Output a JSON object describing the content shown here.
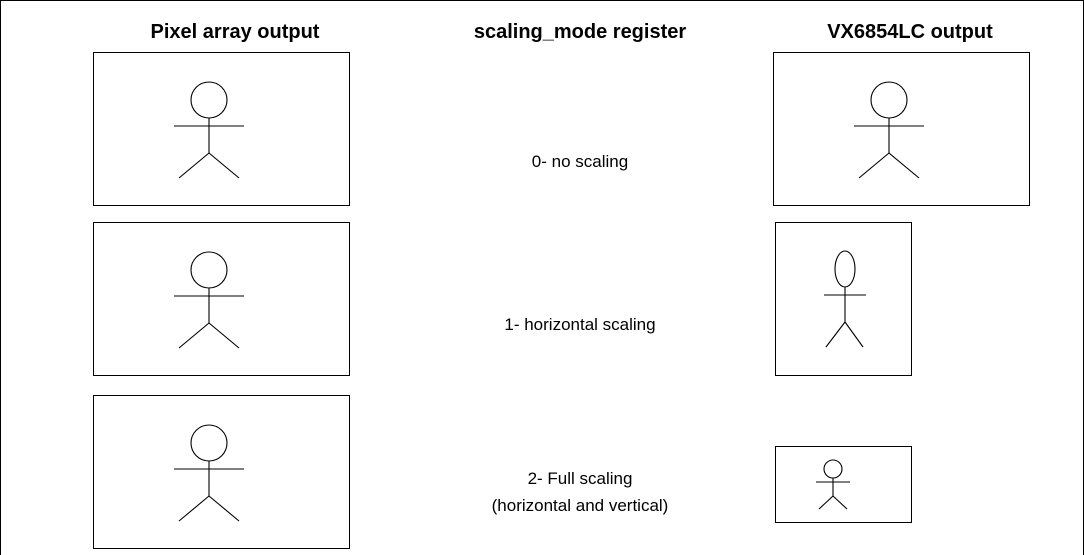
{
  "headers": {
    "pixel_array": "Pixel array output",
    "register": "scaling_mode register",
    "output": "VX6854LC output"
  },
  "modes": [
    {
      "label": "0- no scaling",
      "label_line2": ""
    },
    {
      "label": "1- horizontal scaling",
      "label_line2": ""
    },
    {
      "label": "2- Full scaling",
      "label_line2": "(horizontal and vertical)"
    }
  ],
  "icons": {
    "figure": "stick-figure-icon"
  }
}
